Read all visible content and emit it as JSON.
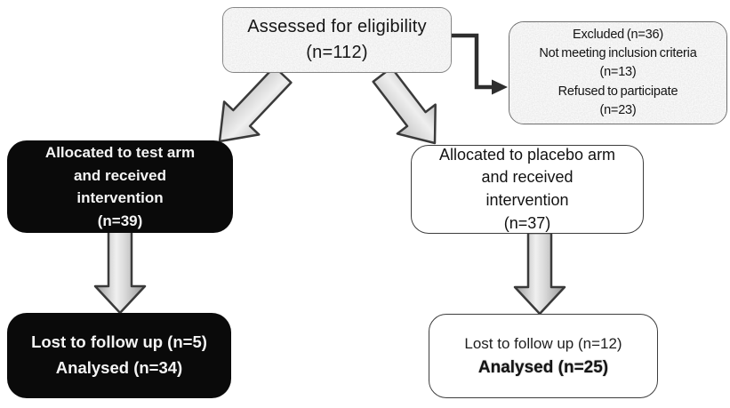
{
  "boxes": {
    "assessed": {
      "lines": [
        "Assessed for eligibility",
        "(n=112)"
      ]
    },
    "excluded": {
      "lines": [
        "Excluded (n=36)",
        "Not meeting inclusion criteria",
        "(n=13)",
        "Refused to participate",
        "(n=23)"
      ]
    },
    "test_arm": {
      "lines": [
        "Allocated to test arm",
        "and received",
        "intervention",
        "(n=39)"
      ]
    },
    "placebo_arm": {
      "lines": [
        "Allocated to placebo arm",
        "and received",
        "intervention",
        "(n=37)"
      ]
    },
    "test_outcome": {
      "lines": [
        "Lost to follow up (n=5)",
        "Analysed (n=34)"
      ]
    },
    "placebo_outcome": {
      "lines": [
        "Lost to follow up (n=12)",
        "Analysed (n=25)"
      ]
    }
  },
  "colors": {
    "textured_box_fill": "#ededed",
    "textured_box_border": "#6e6e6e",
    "dark_box_fill": "#0a0a0a",
    "dark_box_text": "#f5f5f5",
    "light_box_fill": "#ffffff",
    "light_box_border": "#3d3d3d",
    "arrow_fill_light": "#efefef",
    "arrow_fill_dark": "#8f8f8f",
    "arrow_outline": "#3a3a3a",
    "connector_line": "#2e2e2e",
    "text": "#141414",
    "background": "#ffffff"
  }
}
